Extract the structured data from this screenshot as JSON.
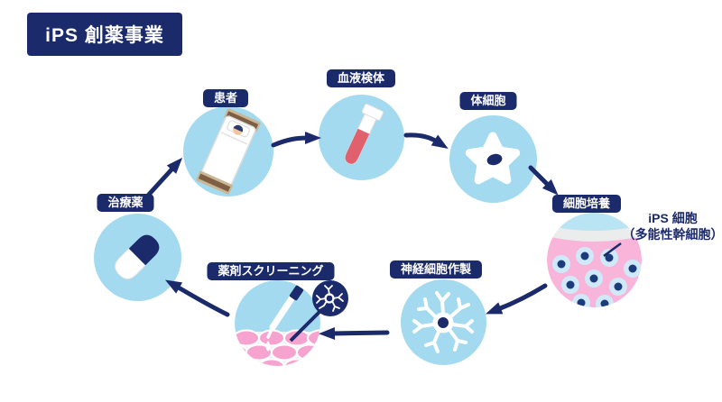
{
  "title": "iPS 創薬事業",
  "nodes": [
    {
      "id": "patient",
      "label": "患者",
      "icon": "bed-icon"
    },
    {
      "id": "blood-sample",
      "label": "血液検体",
      "icon": "test-tube-icon"
    },
    {
      "id": "somatic-cell",
      "label": "体細胞",
      "icon": "somatic-cell-icon"
    },
    {
      "id": "cell-culture",
      "label": "細胞培養",
      "icon": "culture-dish-icon"
    },
    {
      "id": "neural-cell",
      "label": "神経細胞作製",
      "icon": "neuron-icon"
    },
    {
      "id": "drug-screening",
      "label": "薬剤スクリーニング",
      "icon": "pipette-dish-icon"
    },
    {
      "id": "therapeutic-drug",
      "label": "治療薬",
      "icon": "capsule-icon"
    }
  ],
  "annotation": {
    "line1": "iPS 細胞",
    "line2": "（多能性幹細胞）"
  },
  "colors": {
    "navy": "#1b2a6b",
    "light_blue": "#a3daef",
    "pink": "#f6a8d2",
    "culture_pink": "#f8b4d9",
    "cell_blue": "#cfe9f9",
    "blood_red": "#e0606d",
    "white": "#ffffff"
  }
}
